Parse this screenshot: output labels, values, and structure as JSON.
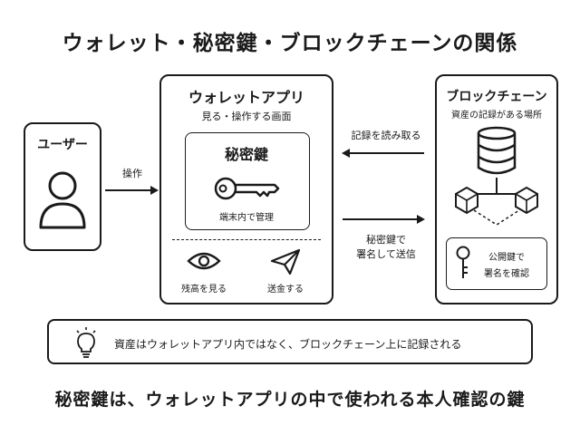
{
  "title": "ウォレット・秘密鍵・ブロックチェーンの関係",
  "user": {
    "label": "ユーザー",
    "icon": "user-icon"
  },
  "arrow_operate": "操作",
  "wallet": {
    "title": "ウォレットアプリ",
    "subtitle": "見る・操作する画面",
    "private_key": {
      "title": "秘密鍵",
      "caption": "端末内で管理",
      "icon": "key-icon"
    },
    "view_balance": {
      "label": "残高を見る",
      "icon": "eye-icon"
    },
    "send": {
      "label": "送金する",
      "icon": "send-icon"
    }
  },
  "arrow_read": "記録を読み取る",
  "arrow_sign_line1": "秘密鍵で",
  "arrow_sign_line2": "署名して送信",
  "blockchain": {
    "title": "ブロックチェーン",
    "subtitle": "資産の記録がある場所",
    "icons": [
      "database-icon",
      "block-icon"
    ],
    "public_key": {
      "line1": "公開鍵で",
      "line2": "署名を確認",
      "icon": "key-icon"
    }
  },
  "note": {
    "text": "資産はウォレットアプリ内ではなく、ブロックチェーン上に記録される",
    "icon": "lightbulb-icon"
  },
  "footer": "秘密鍵は、ウォレットアプリの中で使われる本人確認の鍵"
}
